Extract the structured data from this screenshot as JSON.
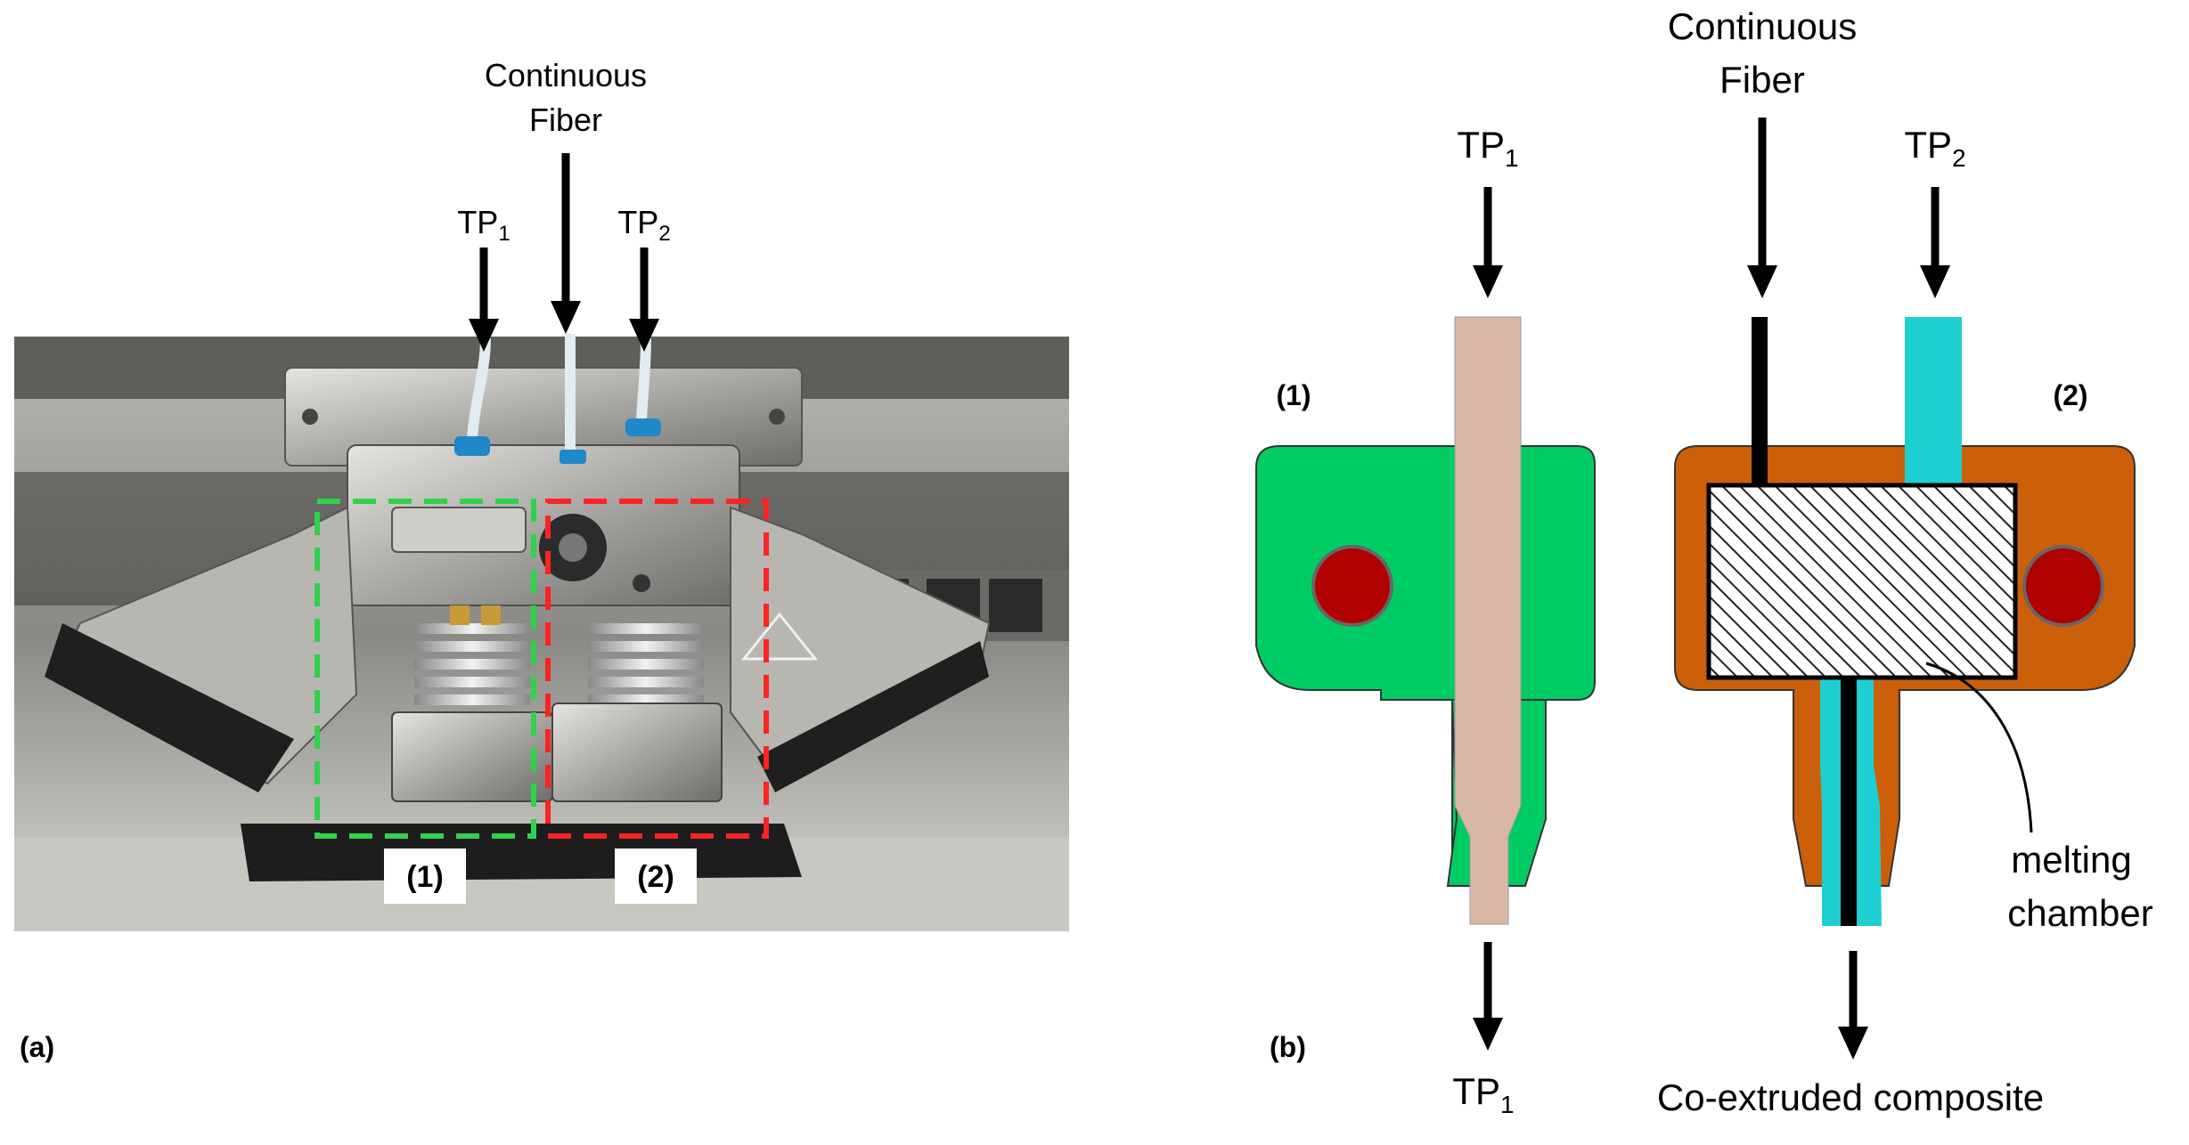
{
  "panel_a": {
    "label": "(a)",
    "inputs": {
      "tp1": {
        "base": "TP",
        "sub": "1"
      },
      "fiber_line1": "Continuous",
      "fiber_line2": "Fiber",
      "tp2": {
        "base": "TP",
        "sub": "2"
      }
    },
    "boxes": {
      "box1": {
        "label": "(1)",
        "color": "#2fd24a"
      },
      "box2": {
        "label": "(2)",
        "color": "#ff2222"
      }
    }
  },
  "panel_b": {
    "label": "(b)",
    "nozzle1": {
      "label": "(1)",
      "input": {
        "base": "TP",
        "sub": "1"
      },
      "output": {
        "base": "TP",
        "sub": "1"
      },
      "body_color": "#00cc66",
      "filament_color": "#d8b8a5",
      "heater_color": "#b00000"
    },
    "nozzle2": {
      "label": "(2)",
      "fiber_line1": "Continuous",
      "fiber_line2": "Fiber",
      "input_tp": {
        "base": "TP",
        "sub": "2"
      },
      "output": "Co-extruded composite",
      "chamber_line1": "melting",
      "chamber_line2": "chamber",
      "body_color": "#cc5f0a",
      "tp2_color": "#1ecfd2",
      "fiber_color": "#000000",
      "heater_color": "#b00000"
    }
  }
}
